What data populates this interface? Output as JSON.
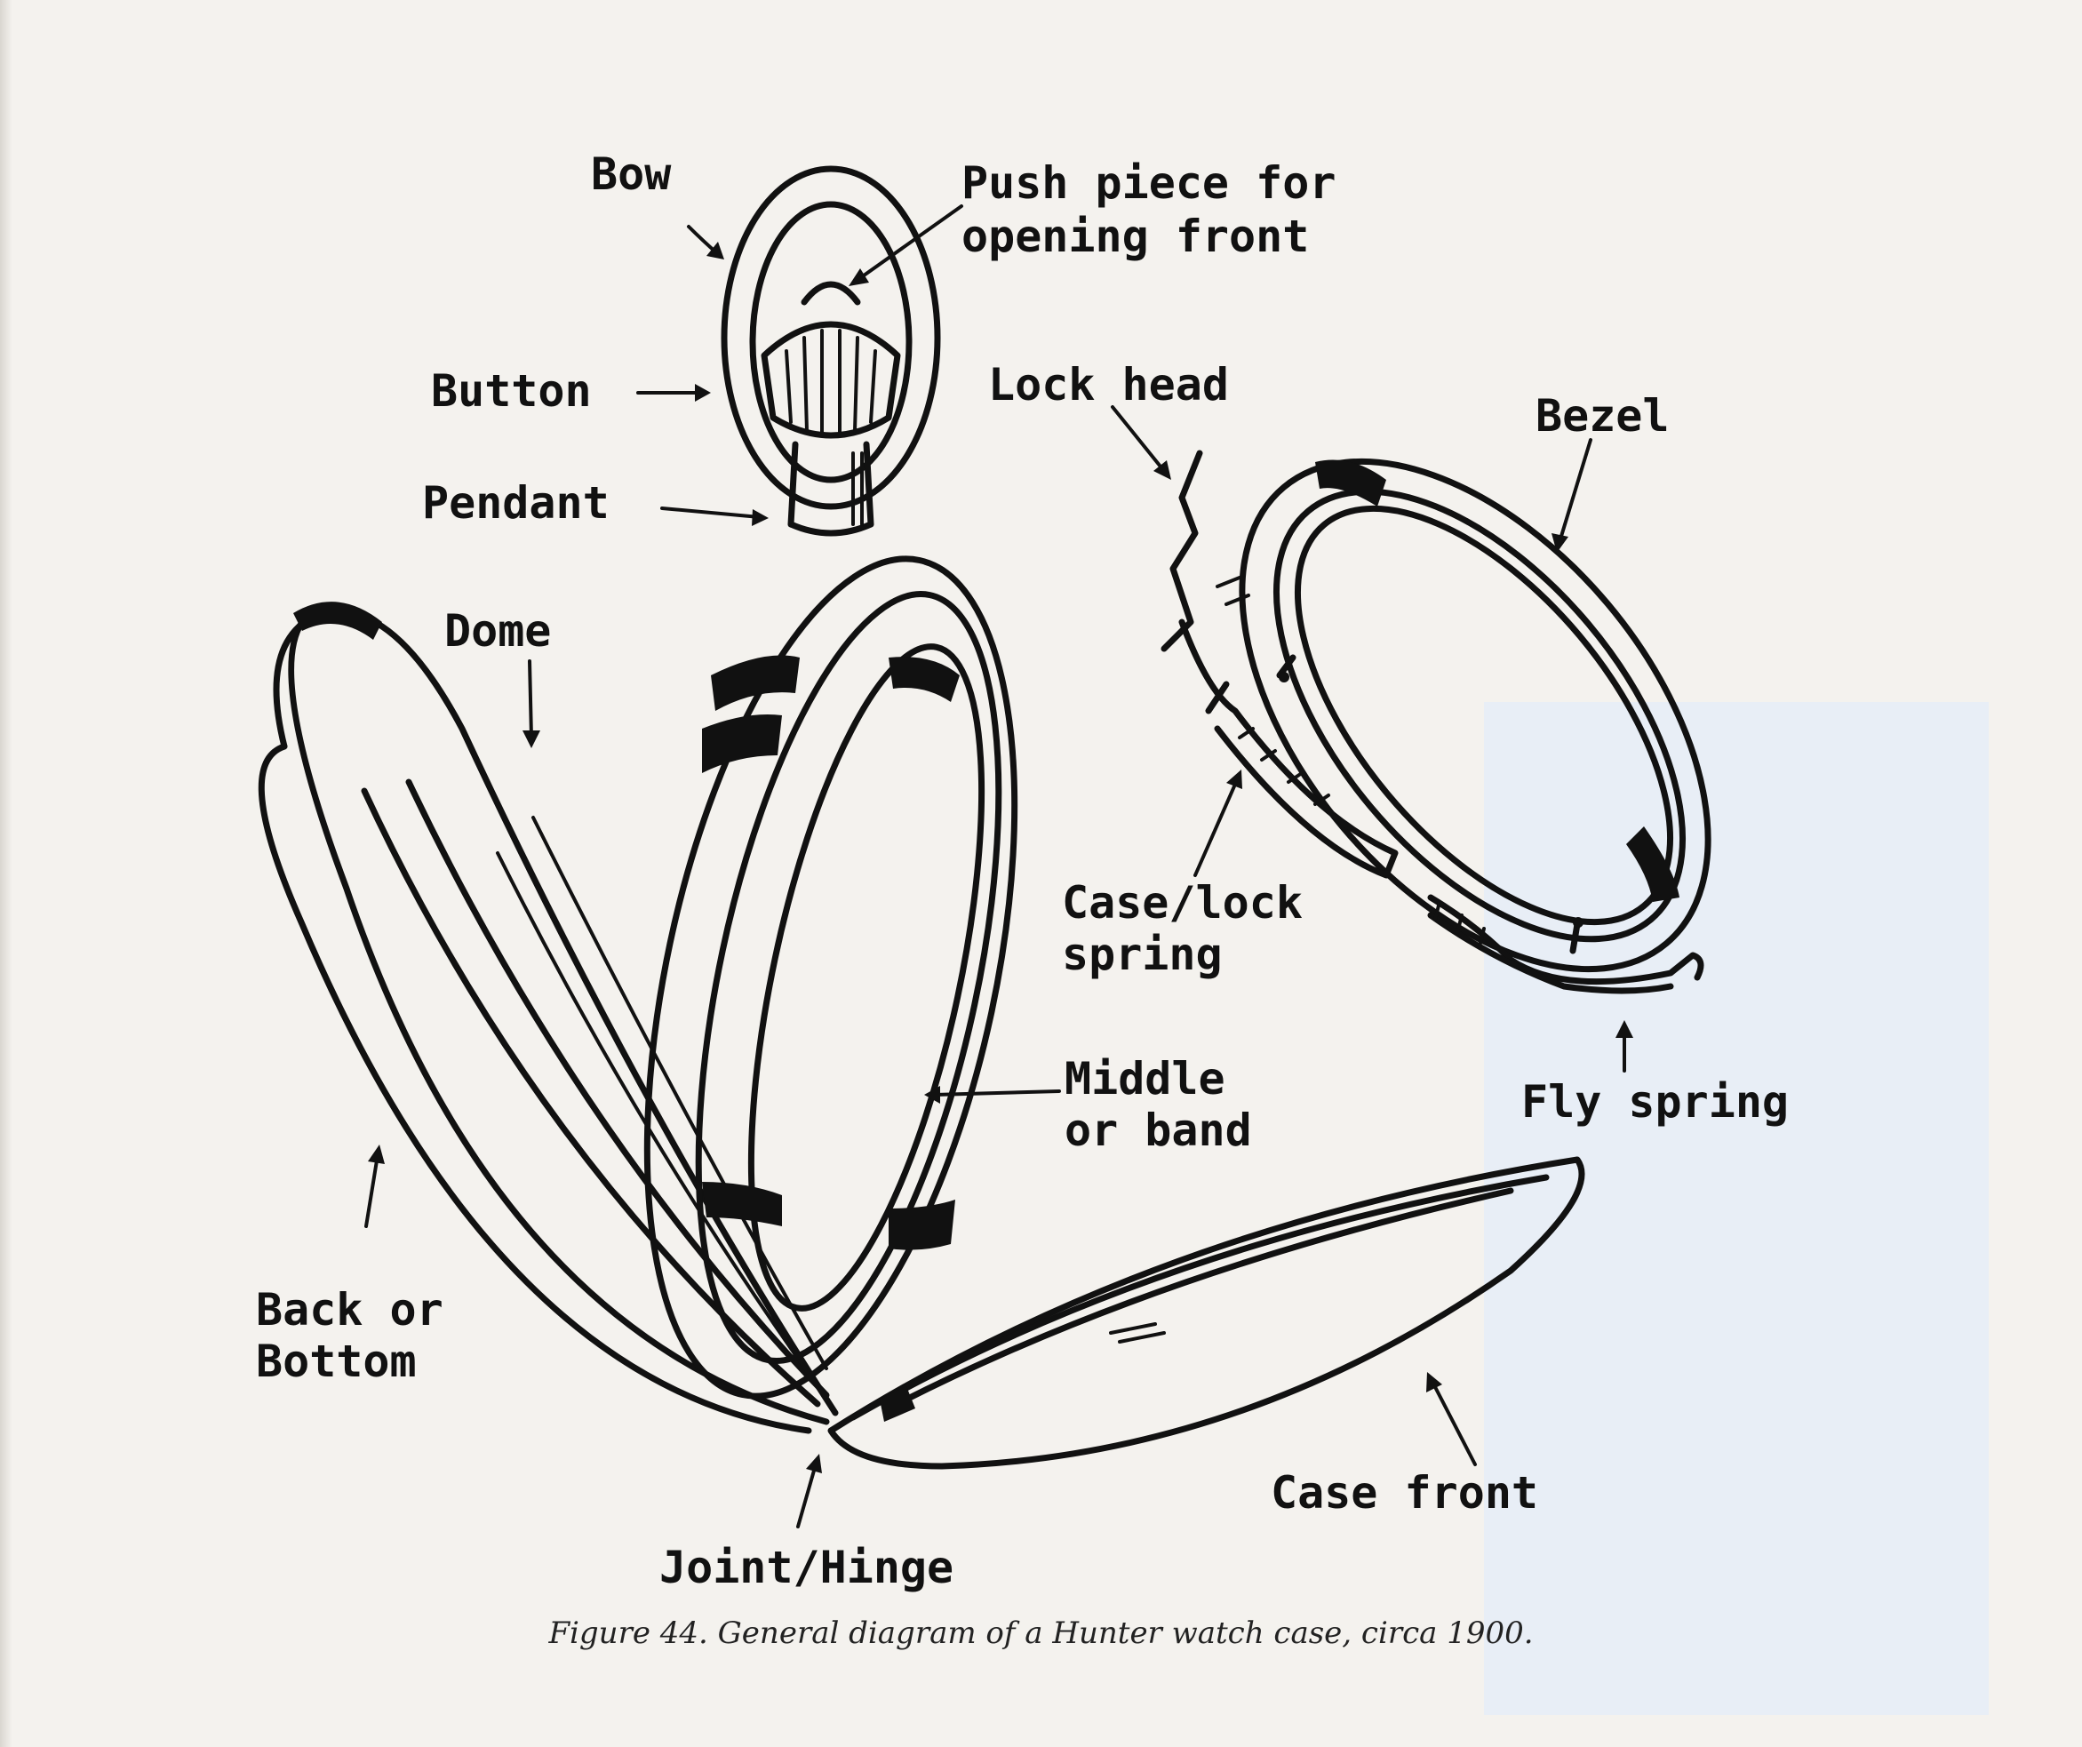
{
  "labels": {
    "bow": "Bow",
    "push_piece_line1": "Push piece for",
    "push_piece_line2": "opening front",
    "button": "Button",
    "lock_head": "Lock head",
    "bezel": "Bezel",
    "pendant": "Pendant",
    "dome": "Dome",
    "case_lock_line1": "Case/lock",
    "case_lock_line2": "spring",
    "middle_line1": "Middle",
    "middle_line2": "or band",
    "fly_spring": "Fly spring",
    "back_line1": "Back or",
    "back_line2": "Bottom",
    "case_front": "Case front",
    "joint_hinge": "Joint/Hinge"
  },
  "caption": "Figure 44. General diagram of a Hunter watch case, circa 1900.",
  "colors": {
    "ink": "#111111",
    "paper": "#f4f2ee",
    "blue_bleed": "#e8eef6"
  }
}
